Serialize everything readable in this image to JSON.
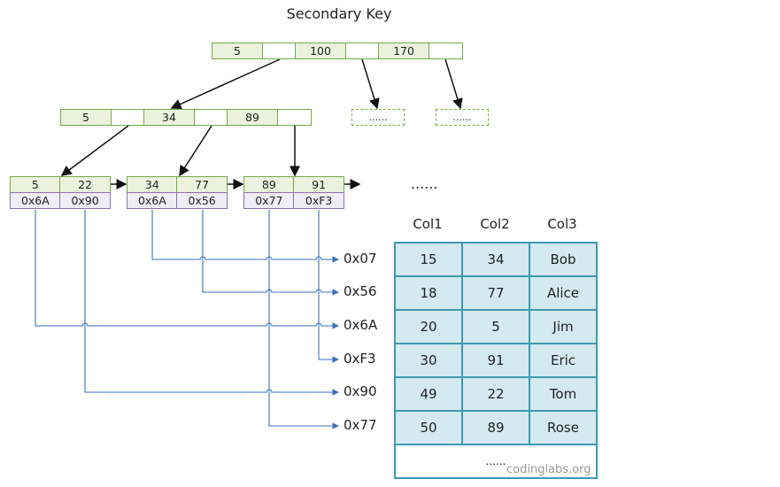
{
  "title": "Secondary Key",
  "root": {
    "keys": [
      "5",
      "100",
      "170"
    ]
  },
  "internal": {
    "keys": [
      "5",
      "34",
      "89"
    ]
  },
  "placeholders": [
    "......",
    "......"
  ],
  "leaves": [
    {
      "keys": [
        "5",
        "22"
      ],
      "addrs": [
        "0x6A",
        "0x90"
      ]
    },
    {
      "keys": [
        "34",
        "77"
      ],
      "addrs": [
        "0x6A",
        "0x56"
      ]
    },
    {
      "keys": [
        "89",
        "91"
      ],
      "addrs": [
        "0x77",
        "0xF3"
      ]
    }
  ],
  "leaf_ellipsis": "......",
  "row_addresses": [
    "0x07",
    "0x56",
    "0x6A",
    "0xF3",
    "0x90",
    "0x77"
  ],
  "table": {
    "headers": [
      "Col1",
      "Col2",
      "Col3"
    ],
    "rows": [
      [
        "15",
        "34",
        "Bob"
      ],
      [
        "18",
        "77",
        "Alice"
      ],
      [
        "20",
        "5",
        "Jim"
      ],
      [
        "30",
        "91",
        "Eric"
      ],
      [
        "49",
        "22",
        "Tom"
      ],
      [
        "50",
        "89",
        "Rose"
      ]
    ],
    "footer": "......"
  },
  "watermark": "codinglabs.org",
  "colors": {
    "key_fill": "#ebf1dd",
    "key_border": "#77a948",
    "addr_fill": "#efedf5",
    "addr_border": "#8c73ae",
    "table_fill": "#d3eaf0",
    "table_border": "#3d9ab0",
    "link": "#3a6fc0"
  }
}
